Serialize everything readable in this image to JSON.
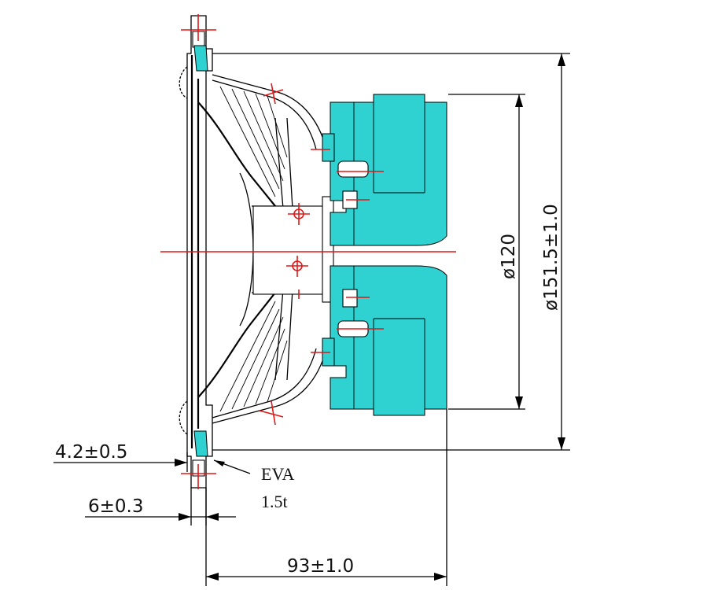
{
  "diagram": {
    "colors": {
      "magnet": "#2fd1d1",
      "centerline": "#e01818",
      "outline": "#000000",
      "background": "#ffffff"
    },
    "dimensions": {
      "flange_thickness": "4.2±0.5",
      "gasket_total": "6±0.3",
      "overall_depth": "93±1.0",
      "magnet_diameter": "ø120",
      "outer_diameter": "ø151.5±1.0"
    },
    "annotations": {
      "gasket_material": "EVA",
      "gasket_thickness": "1.5t"
    }
  }
}
